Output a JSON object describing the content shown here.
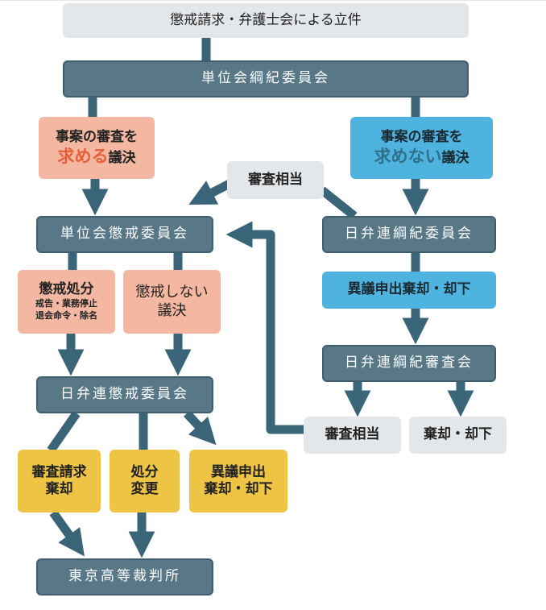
{
  "title": "懲戒請求・弁護士会による立件",
  "colors": {
    "committee": "#587887",
    "link": "#3a6477",
    "grey_box": "#e4e7ea",
    "salmon_box": "#f4b8a2",
    "blue_box": "#4fb3df",
    "yellow_box": "#eec444",
    "accent_red": "#e5603a"
  },
  "nodes": {
    "start": "懲戒請求・弁護士会による立件",
    "local_discipline_review": "単位会綱紀委員会",
    "request_review": {
      "line1": "事案の審査を",
      "emph": "求める",
      "suffix": "議決"
    },
    "no_request_review": {
      "line1": "事案の審査を",
      "emph": "求めない",
      "suffix": "議決"
    },
    "review_appropriate_top": "審査相当",
    "local_disciplinary_committee": "単位会懲戒委員会",
    "jfba_discipline_review": "日弁連綱紀委員会",
    "objection_dismissed_blue": "異議申出棄却・却下",
    "jfba_discipline_examination": "日弁連綱紀審査会",
    "review_appropriate_bottom": "審査相当",
    "dismissed_bottom": "棄却・却下",
    "disciplinary_action": {
      "title": "懲戒処分",
      "detail1": "戒告・業務停止",
      "detail2": "退会命令・除名"
    },
    "no_discipline": {
      "line1": "懲戒しない",
      "line2": "議決"
    },
    "jfba_disciplinary_committee": "日弁連懲戒委員会",
    "review_request_dismissed": {
      "line1": "審査請求",
      "line2": "棄却"
    },
    "disposition_changed": {
      "line1": "処分",
      "line2": "変更"
    },
    "objection_dismissed_yellow": {
      "line1": "異議申出",
      "line2": "棄却・却下"
    },
    "tokyo_high_court": "東京高等裁判所"
  }
}
